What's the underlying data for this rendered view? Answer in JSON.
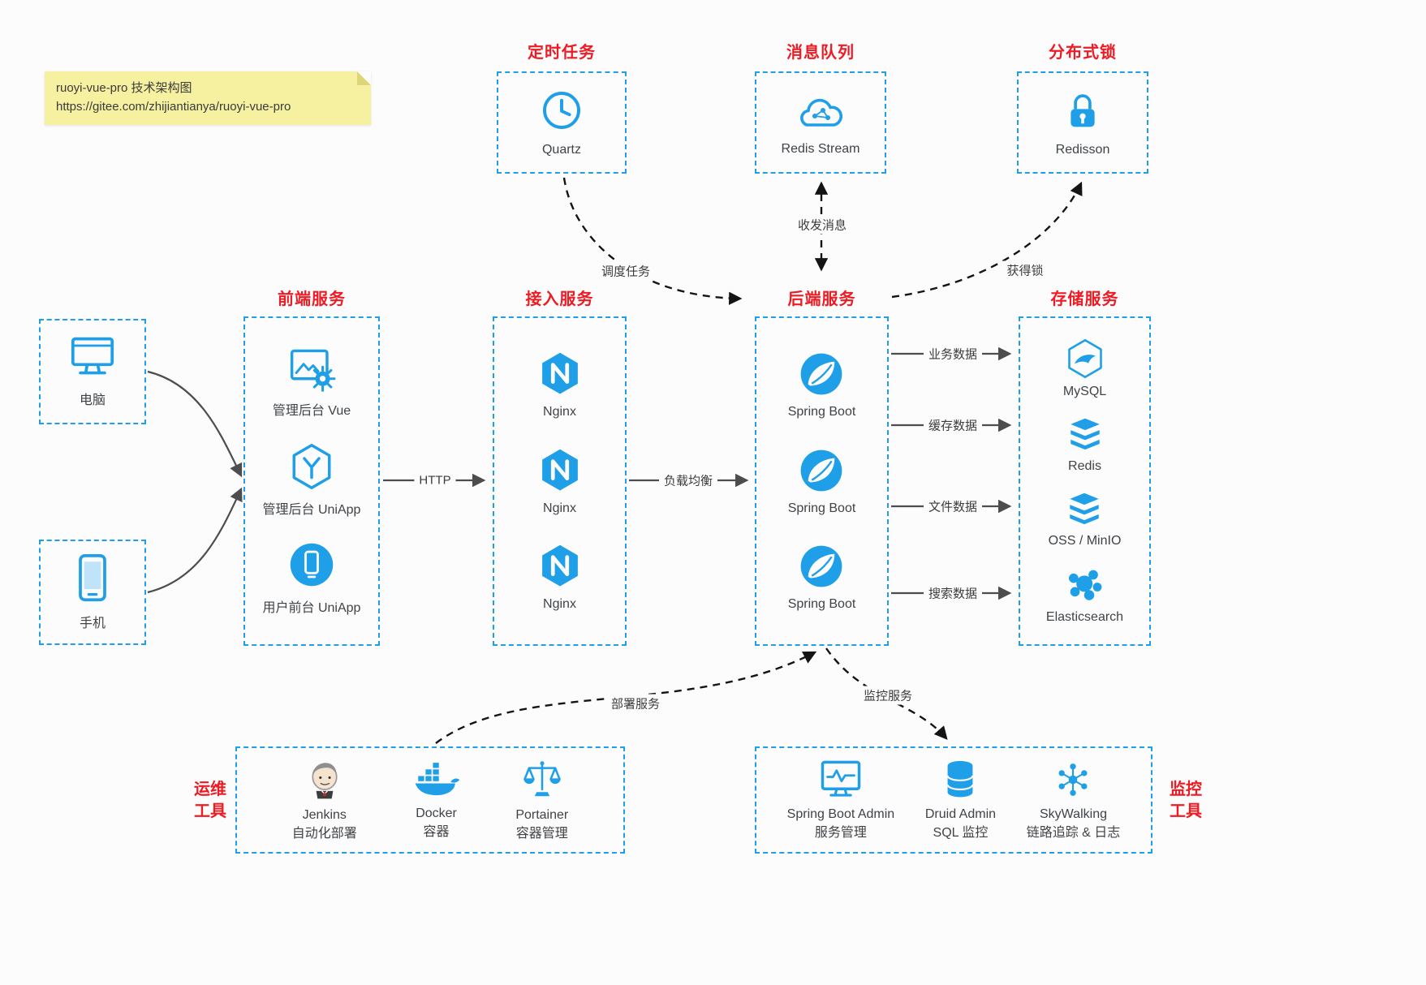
{
  "note": {
    "title": "ruoyi-vue-pro 技术架构图",
    "url": "https://gitee.com/zhijiantianya/ruoyi-vue-pro"
  },
  "top_services": [
    {
      "title": "定时任务",
      "icon": "clock-icon",
      "label": "Quartz"
    },
    {
      "title": "消息队列",
      "icon": "cloud-nodes-icon",
      "label": "Redis Stream"
    },
    {
      "title": "分布式锁",
      "icon": "lock-icon",
      "label": "Redisson"
    }
  ],
  "clients": [
    {
      "icon": "computer-icon",
      "label": "电脑"
    },
    {
      "icon": "phone-icon",
      "label": "手机"
    }
  ],
  "frontend": {
    "title": "前端服务",
    "items": [
      {
        "icon": "admin-vue-icon",
        "label": "管理后台 Vue"
      },
      {
        "icon": "uniapp-hexagon-icon",
        "label": "管理后台 UniApp"
      },
      {
        "icon": "mobile-app-icon",
        "label": "用户前台 UniApp"
      }
    ]
  },
  "gateway": {
    "title": "接入服务",
    "items": [
      {
        "icon": "nginx-icon",
        "label": "Nginx"
      },
      {
        "icon": "nginx-icon",
        "label": "Nginx"
      },
      {
        "icon": "nginx-icon",
        "label": "Nginx"
      }
    ]
  },
  "backend": {
    "title": "后端服务",
    "items": [
      {
        "icon": "spring-icon",
        "label": "Spring Boot"
      },
      {
        "icon": "spring-icon",
        "label": "Spring Boot"
      },
      {
        "icon": "spring-icon",
        "label": "Spring Boot"
      }
    ]
  },
  "storage": {
    "title": "存储服务",
    "items": [
      {
        "icon": "mysql-icon",
        "label": "MySQL"
      },
      {
        "icon": "redis-icon",
        "label": "Redis"
      },
      {
        "icon": "object-storage-icon",
        "label": "OSS / MinIO"
      },
      {
        "icon": "elasticsearch-icon",
        "label": "Elasticsearch"
      }
    ]
  },
  "edges": {
    "http": "HTTP",
    "load_balance": "负载均衡",
    "business_data": "业务数据",
    "cache_data": "缓存数据",
    "file_data": "文件数据",
    "search_data": "搜索数据",
    "schedule_task": "调度任务",
    "send_receive_message": "收发消息",
    "acquire_lock": "获得锁",
    "deploy_service": "部署服务",
    "monitor_service": "监控服务"
  },
  "ops_tools": {
    "title_line1": "运维",
    "title_line2": "工具",
    "items": [
      {
        "icon": "jenkins-icon",
        "name": "Jenkins",
        "desc": "自动化部署"
      },
      {
        "icon": "docker-icon",
        "name": "Docker",
        "desc": "容器"
      },
      {
        "icon": "portainer-icon",
        "name": "Portainer",
        "desc": "容器管理"
      }
    ]
  },
  "monitor_tools": {
    "title_line1": "监控",
    "title_line2": "工具",
    "items": [
      {
        "icon": "spring-boot-admin-icon",
        "name": "Spring Boot Admin",
        "desc": "服务管理"
      },
      {
        "icon": "druid-icon",
        "name": "Druid Admin",
        "desc": "SQL 监控"
      },
      {
        "icon": "skywalking-icon",
        "name": "SkyWalking",
        "desc": "链路追踪 & 日志"
      }
    ]
  },
  "colors": {
    "accent_blue": "#1e9fe8",
    "accent_red": "#ed1b24",
    "line_gray": "#4d4d4d",
    "line_black": "#141414",
    "note_yellow": "#f6f1a1"
  }
}
